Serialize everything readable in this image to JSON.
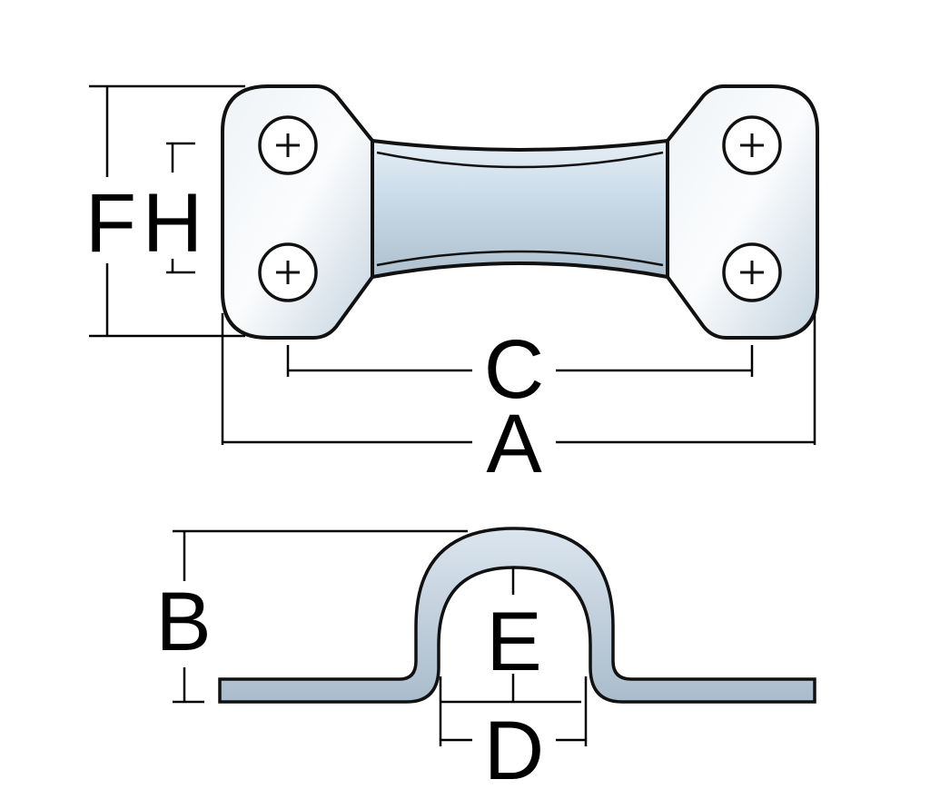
{
  "labels": {
    "F": "F",
    "H": "H",
    "C": "C",
    "A": "A",
    "B": "B",
    "E": "E",
    "D": "D"
  },
  "colors": {
    "metal_light": "#f4f7fa",
    "metal_mid": "#c9d9e6",
    "metal_dark": "#a9bccc",
    "line": "#000000"
  }
}
